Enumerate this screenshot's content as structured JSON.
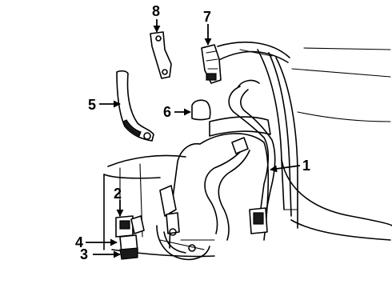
{
  "diagram": {
    "callouts": [
      {
        "id": "1",
        "label": "1"
      },
      {
        "id": "2",
        "label": "2"
      },
      {
        "id": "3",
        "label": "3"
      },
      {
        "id": "4",
        "label": "4"
      },
      {
        "id": "5",
        "label": "5"
      },
      {
        "id": "6",
        "label": "6"
      },
      {
        "id": "7",
        "label": "7"
      },
      {
        "id": "8",
        "label": "8"
      }
    ],
    "line_color": "#000000",
    "background_color": "#ffffff"
  }
}
